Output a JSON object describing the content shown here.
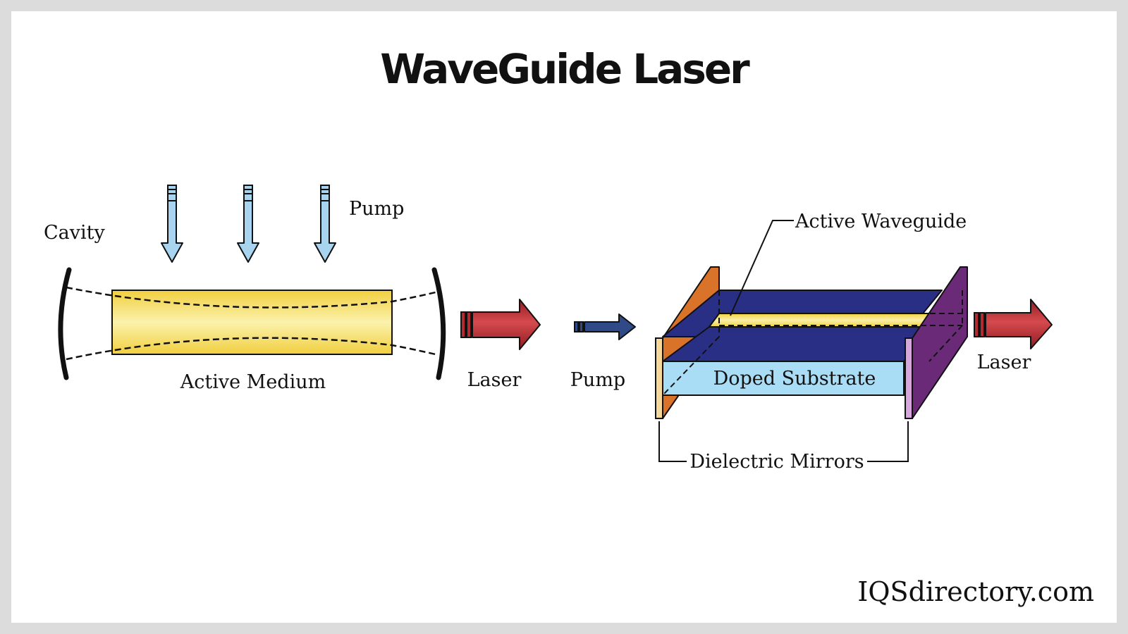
{
  "title": "WaveGuide Laser",
  "left_diagram": {
    "cavity_label": "Cavity",
    "pump_label": "Pump",
    "medium_label": "Active Medium",
    "laser_label": "Laser"
  },
  "right_diagram": {
    "pump_label": "Pump",
    "waveguide_label": "Active Waveguide",
    "substrate_label": "Doped Substrate",
    "mirrors_label": "Dielectric Mirrors",
    "laser_label": "Laser"
  },
  "watermark": "IQSdirectory.com",
  "colors": {
    "background": "#dcdcdc",
    "canvas": "#ffffff",
    "active_medium": "#f4dc6a",
    "pump_arrow": "#a9d4f0",
    "laser_arrow": "#b32b30",
    "small_pump_arrow": "#2f4a86",
    "waveguide_top": "#2a2f86",
    "waveguide_core": "#f2dc55",
    "substrate": "#a9dcf5",
    "left_mirror": "#d9732a",
    "right_mirror": "#6a2a78"
  }
}
